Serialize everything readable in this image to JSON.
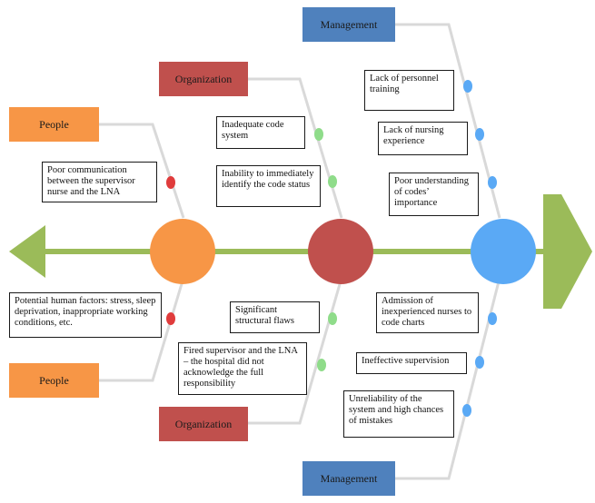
{
  "categories": {
    "people_top": "People",
    "people_bottom": "People",
    "org_top": "Organization",
    "org_bottom": "Organization",
    "mgmt_top": "Management",
    "mgmt_bottom": "Management"
  },
  "causes": {
    "poor_communication": "Poor communication between the supervisor nurse and the LNA",
    "human_factors": "Potential human factors: stress, sleep deprivation, inappropriate working conditions, etc.",
    "inadequate_code": "Inadequate code system",
    "inability_identify": "Inability to immediately identify the code status",
    "structural_flaws": "Significant structural flaws",
    "fired_supervisor": "Fired supervisor and the LNA – the hospital did not acknowledge the full responsibility",
    "lack_training": "Lack of personnel training",
    "lack_experience": "Lack of nursing experience",
    "poor_understanding": "Poor understanding of codes’ importance",
    "admission_inexperienced": "Admission of inexperienced nurses to code charts",
    "ineffective_supervision": "Ineffective supervision",
    "unreliability": "Unreliability of the system and high chances of mistakes"
  },
  "colors": {
    "people": "#f79646",
    "organization": "#c0504d",
    "management": "#4f81bd",
    "spine": "#9bbb59",
    "node_blue": "#5aa9f5",
    "dot_red": "#e03c3c",
    "dot_green": "#8fdc8a",
    "dot_blue": "#5aa9f5",
    "bone_line": "#d9d9d9"
  }
}
